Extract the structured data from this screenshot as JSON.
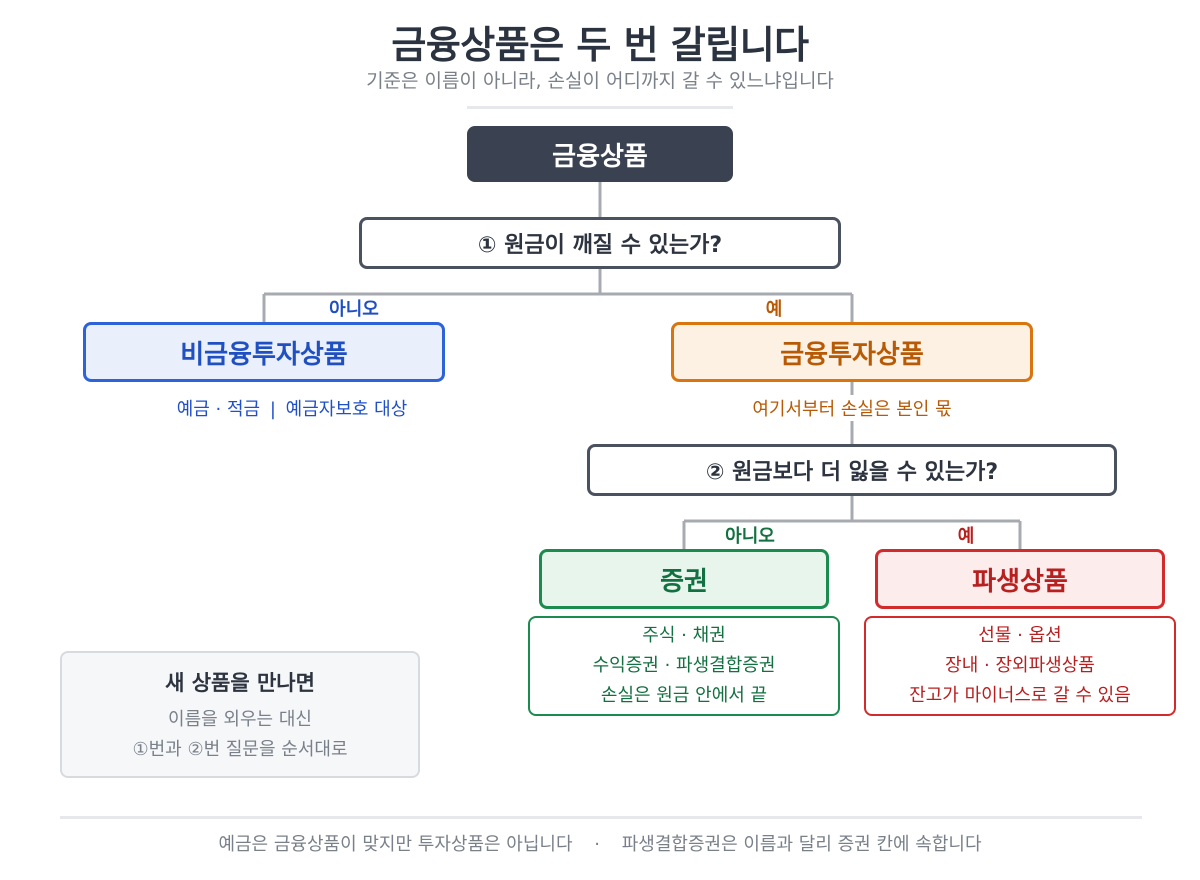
{
  "header": {
    "title": "금융상품은 두 번 갈립니다",
    "subtitle": "기준은 이름이 아니라, 손실이 어디까지 갈 수 있느냐입니다"
  },
  "root": {
    "label": "금융상품"
  },
  "question1": {
    "label": "①  원금이 깨질 수 있는가?",
    "no_label": "아니오",
    "yes_label": "예"
  },
  "non_financial_investment": {
    "label": "비금융투자상품",
    "note_items": "예금 · 적금",
    "note_separator": "|",
    "note_protection": "예금자보호 대상"
  },
  "financial_investment": {
    "label": "금융투자상품",
    "note": "여기서부터 손실은 본인 몫"
  },
  "question2": {
    "label": "②  원금보다 더 잃을 수 있는가?",
    "no_label": "아니오",
    "yes_label": "예"
  },
  "securities": {
    "label": "증권",
    "items": [
      "주식 · 채권",
      "수익증권 · 파생결합증권",
      "손실은 원금 안에서 끝"
    ]
  },
  "derivatives": {
    "label": "파생상품",
    "items": [
      "선물 · 옵션",
      "장내 · 장외파생상품",
      "잔고가 마이너스로 갈 수 있음"
    ]
  },
  "tip": {
    "title": "새 상품을 만나면",
    "line1": "이름을 외우는 대신",
    "line2": "①번과 ②번 질문을 순서대로"
  },
  "footer": {
    "part1": "예금은 금융상품이 맞지만 투자상품은 아닙니다",
    "separator": "·",
    "part2": "파생결합증권은 이름과 달리 증권 칸에 속합니다"
  },
  "colors": {
    "root": "#3a4150",
    "non_financial": "#2d62d8",
    "financial_investment": "#d9740f",
    "securities": "#1c8b50",
    "derivatives": "#d32b2b",
    "connector": "#a7abb1"
  }
}
